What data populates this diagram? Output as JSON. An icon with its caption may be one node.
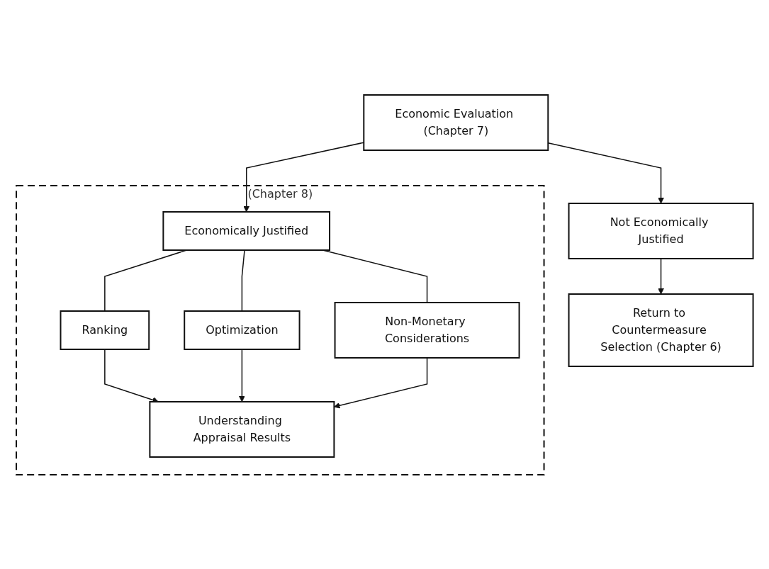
{
  "diagram": {
    "nodes": [
      {
        "text": [
          "Economic Evaluation (Chapter 7)"
        ]
      },
      {
        "text": [
          "Not Economically Justified"
        ]
      },
      {
        "text": [
          "(Chapter 8)"
        ]
      },
      {
        "text": [
          "Economically Justified"
        ],
        "in": 2
      },
      {
        "text": [
          "Ranking"
        ],
        "in": 2
      },
      {
        "text": [
          "Optimization"
        ],
        "in": 2
      },
      {
        "text": [
          "Non-Monetary Considerations"
        ],
        "in": 2
      },
      {
        "text": [
          "Return to Countermeasure Selection (Chapter 6)"
        ]
      },
      {
        "text": [
          "Understanding Appraisal Results"
        ],
        "in": 2
      }
    ],
    "edges": [
      {
        "from": 0,
        "to": 1,
        "arrow": "to"
      },
      {
        "from": 0,
        "to": 3,
        "arrow": "to"
      },
      {
        "from": 1,
        "to": 7,
        "arrow": "to"
      },
      {
        "from": 3,
        "to": 4,
        "arrow": "none"
      },
      {
        "from": 3,
        "to": 5,
        "arrow": "none"
      },
      {
        "from": 3,
        "to": 6,
        "arrow": "none"
      },
      {
        "from": 4,
        "to": 8,
        "arrow": "to"
      },
      {
        "from": 5,
        "to": 8,
        "arrow": "to"
      },
      {
        "from": 6,
        "to": 8,
        "arrow": "to"
      }
    ]
  }
}
